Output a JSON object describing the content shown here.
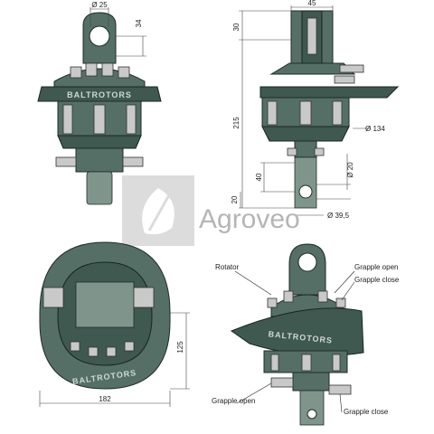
{
  "dimensions": {
    "top_hole": "Ø 25",
    "top_height": "34",
    "side_width": "45",
    "side_top": "30",
    "side_total": "215",
    "side_dia_body": "Ø 134",
    "side_40": "40",
    "side_dia_shaft": "Ø 20",
    "side_20": "20",
    "side_dia_bottom": "Ø 39,5",
    "bottom_width": "182",
    "bottom_height": "125"
  },
  "brand_on_product": "BALTROTORS",
  "watermark": "Agroveo",
  "labels": {
    "rotator": "Rotator",
    "grapple_open_top": "Grapple open",
    "grapple_close_top": "Grapple close",
    "grapple_open_bottom": "Grapple open",
    "grapple_close_bottom": "Grapple close"
  },
  "colors": {
    "body": "#556f66",
    "steel": "#c9c9c9",
    "watermark": "#b5b5b5"
  }
}
